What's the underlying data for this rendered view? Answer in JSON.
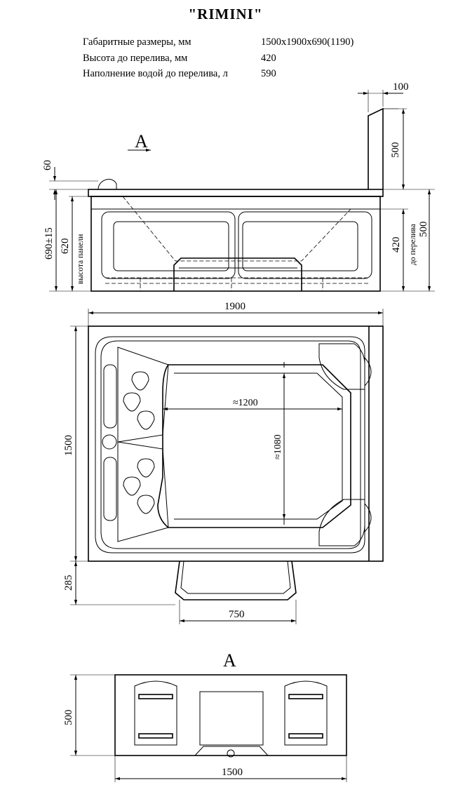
{
  "header": {
    "title": "\"RIMINI\""
  },
  "specs": [
    {
      "label": "Габаритные размеры, мм",
      "value": "1500x1900x690(1190)"
    },
    {
      "label": "Высота до перелива, мм",
      "value": "420"
    },
    {
      "label": "Наполнение водой до перелива, л",
      "value": "590"
    }
  ],
  "side_view": {
    "section_mark": "A",
    "dim_top_right_width": "100",
    "dim_backrest_height": "500",
    "dim_rim": "60",
    "dim_total_height": "690±15",
    "dim_panel_height": "620",
    "panel_label": "высота панели",
    "dim_overflow_height": "420",
    "overflow_label": "до перелива",
    "dim_right_height": "500"
  },
  "top_view": {
    "dim_length": "1900",
    "dim_width": "1500",
    "dim_inner_length": "≈1200",
    "dim_inner_width": "≈1080",
    "dim_step_depth": "285",
    "dim_step_width": "750"
  },
  "section_view": {
    "section_mark": "A",
    "dim_height": "500",
    "dim_width": "1500"
  }
}
